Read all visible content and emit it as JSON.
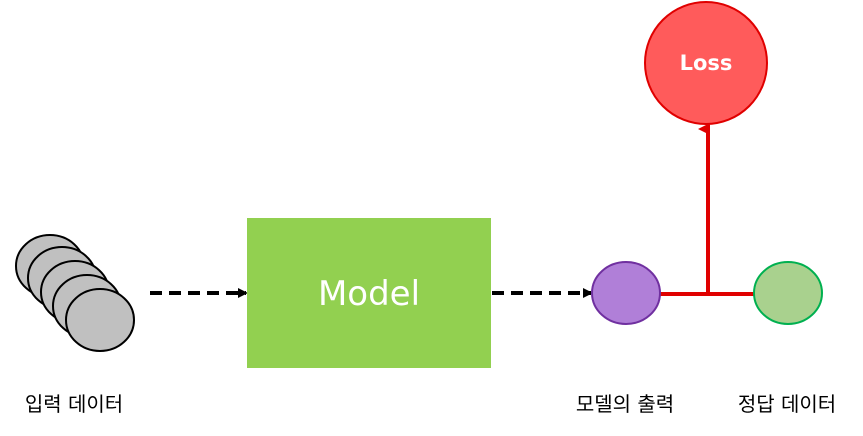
{
  "diagram": {
    "input_label": "입력 데이터",
    "model_label": "Model",
    "output_label": "모델의 출력",
    "target_label": "정답 데이터",
    "loss_label": "Loss"
  },
  "colors": {
    "input_fill": "#c0c0c0",
    "model_fill": "#92d050",
    "output_fill": "#b07fd8",
    "output_stroke": "#7030a0",
    "target_fill": "#a9d18e",
    "target_stroke": "#00b050",
    "loss_fill": "#ff5b5b",
    "loss_stroke": "#e00000",
    "red_line": "#e00000"
  }
}
